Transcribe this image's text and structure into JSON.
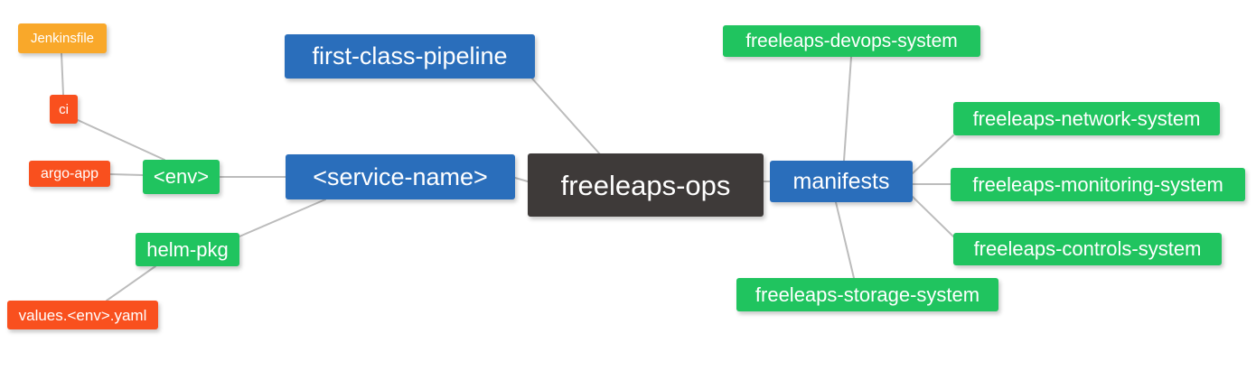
{
  "diagram": {
    "type": "mindmap",
    "root": "freeleaps-ops",
    "background_color": "#ffffff",
    "edge_color": "#bcbcbc",
    "palette": {
      "root": "#3e3a39",
      "blue": "#2a6ebb",
      "green": "#20c45f",
      "orange": "#f9a82a",
      "red": "#f9501e"
    }
  },
  "nodes": {
    "root": {
      "label": "freeleaps-ops",
      "color": "#3e3a39"
    },
    "service_name": {
      "label": "<service-name>",
      "color": "#2a6ebb"
    },
    "first_class_pipeline": {
      "label": "first-class-pipeline",
      "color": "#2a6ebb"
    },
    "manifests": {
      "label": "manifests",
      "color": "#2a6ebb"
    },
    "env": {
      "label": "<env>",
      "color": "#20c45f"
    },
    "helm_pkg": {
      "label": "helm-pkg",
      "color": "#20c45f"
    },
    "jenkinsfile": {
      "label": "Jenkinsfile",
      "color": "#f9a82a"
    },
    "ci": {
      "label": "ci",
      "color": "#f9501e"
    },
    "argo_app": {
      "label": "argo-app",
      "color": "#f9501e"
    },
    "values_yaml": {
      "label": "values.<env>.yaml",
      "color": "#f9501e"
    },
    "devops_system": {
      "label": "freeleaps-devops-system",
      "color": "#20c45f"
    },
    "network_system": {
      "label": "freeleaps-network-system",
      "color": "#20c45f"
    },
    "monitoring_system": {
      "label": "freeleaps-monitoring-system",
      "color": "#20c45f"
    },
    "controls_system": {
      "label": "freeleaps-controls-system",
      "color": "#20c45f"
    },
    "storage_system": {
      "label": "freeleaps-storage-system",
      "color": "#20c45f"
    }
  },
  "edges": [
    {
      "from": "root",
      "to": "service_name"
    },
    {
      "from": "root",
      "to": "first_class_pipeline"
    },
    {
      "from": "root",
      "to": "manifests"
    },
    {
      "from": "service_name",
      "to": "env"
    },
    {
      "from": "service_name",
      "to": "helm_pkg"
    },
    {
      "from": "env",
      "to": "ci"
    },
    {
      "from": "env",
      "to": "argo_app"
    },
    {
      "from": "ci",
      "to": "jenkinsfile"
    },
    {
      "from": "helm_pkg",
      "to": "values_yaml"
    },
    {
      "from": "manifests",
      "to": "devops_system"
    },
    {
      "from": "manifests",
      "to": "network_system"
    },
    {
      "from": "manifests",
      "to": "monitoring_system"
    },
    {
      "from": "manifests",
      "to": "controls_system"
    },
    {
      "from": "manifests",
      "to": "storage_system"
    }
  ]
}
